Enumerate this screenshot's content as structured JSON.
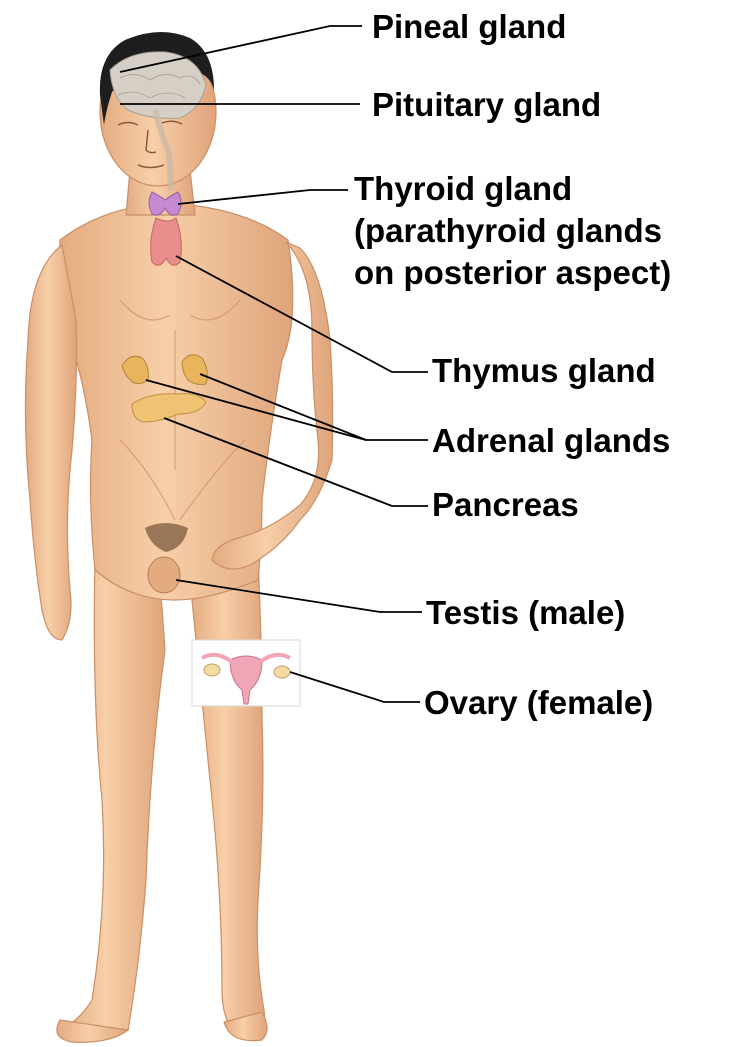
{
  "labels": {
    "pineal": "Pineal gland",
    "pituitary": "Pituitary gland",
    "thyroid": [
      "Thyroid gland",
      "(parathyroid glands",
      "on posterior aspect)"
    ],
    "thymus": "Thymus gland",
    "adrenal": "Adrenal glands",
    "pancreas": "Pancreas",
    "testis": "Testis (male)",
    "ovary": "Ovary (female)"
  },
  "colors": {
    "skin": "#f2c39a",
    "skin_shadow": "#d9a076",
    "hair": "#1e1e1e",
    "brain": "#d6cfc6",
    "thyroid": "#c58ad0",
    "thymus": "#e98d8d",
    "adrenal": "#e8b45c",
    "pancreas": "#efc373",
    "uterus": "#f0a6b4",
    "leader_line": "#000000"
  }
}
